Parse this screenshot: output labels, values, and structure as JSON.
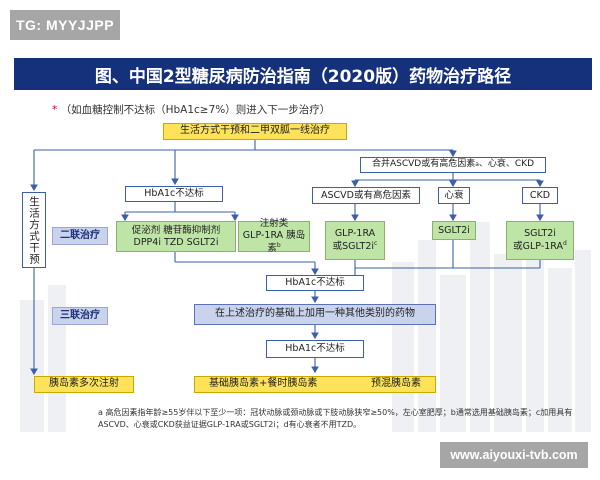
{
  "tag": "TG: MYYJJPP",
  "title": "图、中国2型糖尿病防治指南（2020版）药物治疗路径",
  "note_top_star": "*",
  "note_top": "（如血糖控制不达标（HbA1c≥7%）则进入下一步治疗）",
  "nodes": {
    "lifestyle_metformin": "生活方式干预和二甲双胍一线治疗",
    "lifestyle_side": "生活方式干预",
    "hba1c_1": "HbA1c不达标",
    "ascvd_question": "合并ASCVD或有高危因素",
    "ascvd_question_sup": "a",
    "ascvd_question_tail": "、心衰、CKD",
    "ascvd": "ASCVD或有高危因素",
    "hf": "心衰",
    "ckd": "CKD",
    "dual_label": "二联治疗",
    "oral_line1": "促泌剂 糖苷酶抑制剂",
    "oral_line2": "DPP4i TZD SGLT2i",
    "inj_line1": "注射类",
    "inj_line2": "GLP-1RA 胰岛素",
    "inj_line2_sup": "b",
    "glp_or_sglt_1": "GLP-1RA",
    "glp_or_sglt_2": "或SGLT2i",
    "glp_or_sglt_sup": "c",
    "sglt2i": "SGLT2i",
    "ckd_drug_1": "SGLT2i",
    "ckd_drug_2": "或GLP-1RA",
    "ckd_drug_sup": "d",
    "hba1c_2": "HbA1c不达标",
    "triple_label": "三联治疗",
    "triple_action": "在上述治疗的基础上加用一种其他类别的药物",
    "hba1c_3": "HbA1c不达标",
    "multi_inj": "胰岛素多次注射",
    "basal_bolus": "基础胰岛素+餐时胰岛素",
    "premix": "预混胰岛素"
  },
  "footnote": "a 高危因素指年龄≥55岁伴以下至少一项：冠状动脉或颈动脉或下肢动脉狭窄≥50%，左心室肥厚；b通常选用基础胰岛素；c加用具有ASCVD、心衰或CKD获益证据GLP-1RA或SGLT2i；d有心衰者不用TZD。",
  "watermark": "www.aiyouxi-tvb.com",
  "colors": {
    "title_bg": "#16317c",
    "yellow": "#fde25a",
    "green": "#bfe5a6",
    "lilac": "#c9d3ee",
    "line": "#3b5fa8",
    "tag_bg": "#a6a6a6"
  }
}
